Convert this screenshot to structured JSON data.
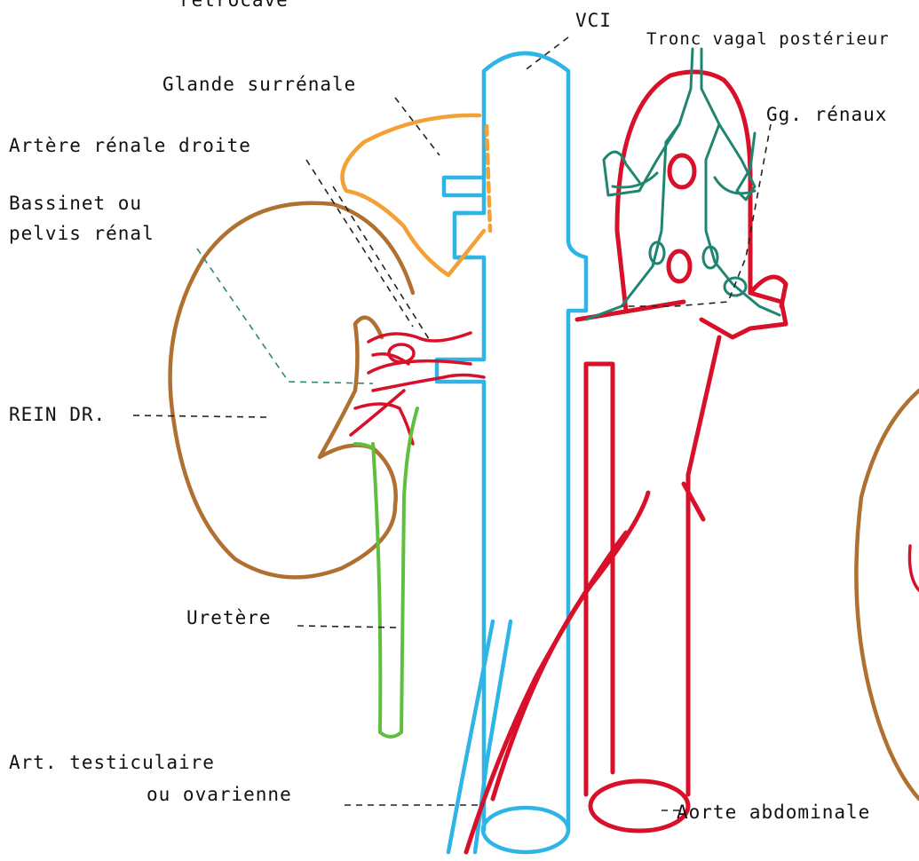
{
  "labels": {
    "retrocave": "retrocave",
    "vci": "VCI",
    "tronc_vagal": "Tronc vagal postérieur",
    "glande": "Glande surrénale",
    "gg_renaux": "Gg. rénaux",
    "artere_renale": "Artère rénale droite",
    "bassinet_1": "Bassinet ou",
    "bassinet_2": "pelvis rénal",
    "rein": "REIN DR.",
    "uretere": "Uretère",
    "art_testic_1": "Art. testiculaire",
    "art_testic_2": "ou ovarienne",
    "aorte": "Aorte abdominale"
  },
  "colors": {
    "vein": "#2fb4e6",
    "artery": "#d8102a",
    "kidney": "#b07030",
    "adrenal": "#f3a035",
    "ureter": "#5fbf3c",
    "nerve": "#1f8570",
    "label": "#111111"
  }
}
